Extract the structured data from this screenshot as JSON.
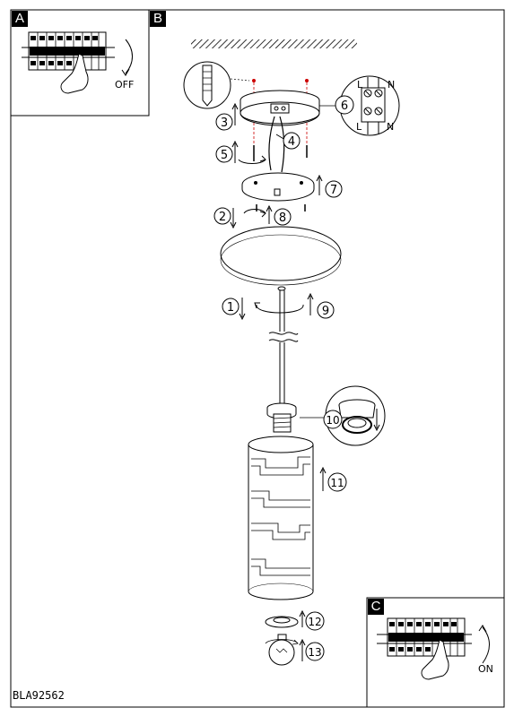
{
  "panels": {
    "a_label": "A",
    "b_label": "B",
    "c_label": "C"
  },
  "panel_a": {
    "switch_text": "OFF"
  },
  "panel_c": {
    "switch_text": "ON"
  },
  "terminal": {
    "top_left": "L",
    "top_right": "N",
    "bottom_left": "L",
    "bottom_right": "N"
  },
  "steps": [
    "1",
    "2",
    "3",
    "4",
    "5",
    "6",
    "7",
    "8",
    "9",
    "10",
    "11",
    "12",
    "13"
  ],
  "doc_code": "BLA92562"
}
